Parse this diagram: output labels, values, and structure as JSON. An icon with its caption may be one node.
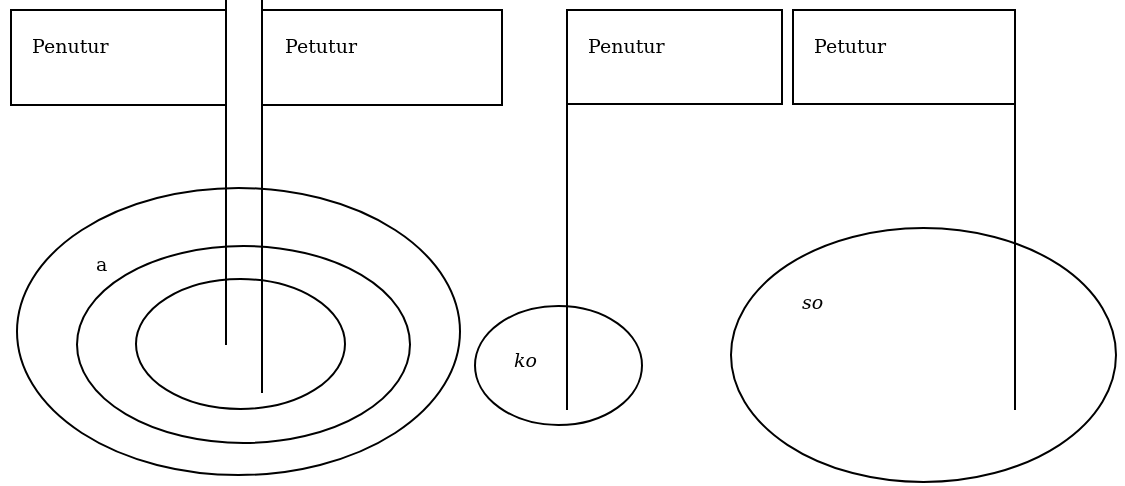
{
  "diagram": {
    "nodes": [
      {
        "text": [
          "Penutur"
        ]
      },
      {
        "text": [
          "Petutur"
        ]
      },
      {
        "text": [
          "a"
        ]
      },
      {
        "text": [],
        "shape": "ellipse",
        "in": 2
      },
      {
        "text": [],
        "shape": "ellipse",
        "in": 3
      },
      {
        "text": [
          "Penutur"
        ]
      },
      {
        "text": [
          "Petutur"
        ]
      },
      {
        "text": [
          "ko"
        ]
      },
      {
        "text": [
          "so"
        ]
      }
    ],
    "edges": [
      {
        "from": 0,
        "to": 4,
        "arrow": "none"
      },
      {
        "from": 1,
        "to": 4,
        "arrow": "none"
      },
      {
        "from": 5,
        "to": 7,
        "arrow": "none"
      },
      {
        "from": 6,
        "to": 8,
        "arrow": "none"
      }
    ]
  }
}
